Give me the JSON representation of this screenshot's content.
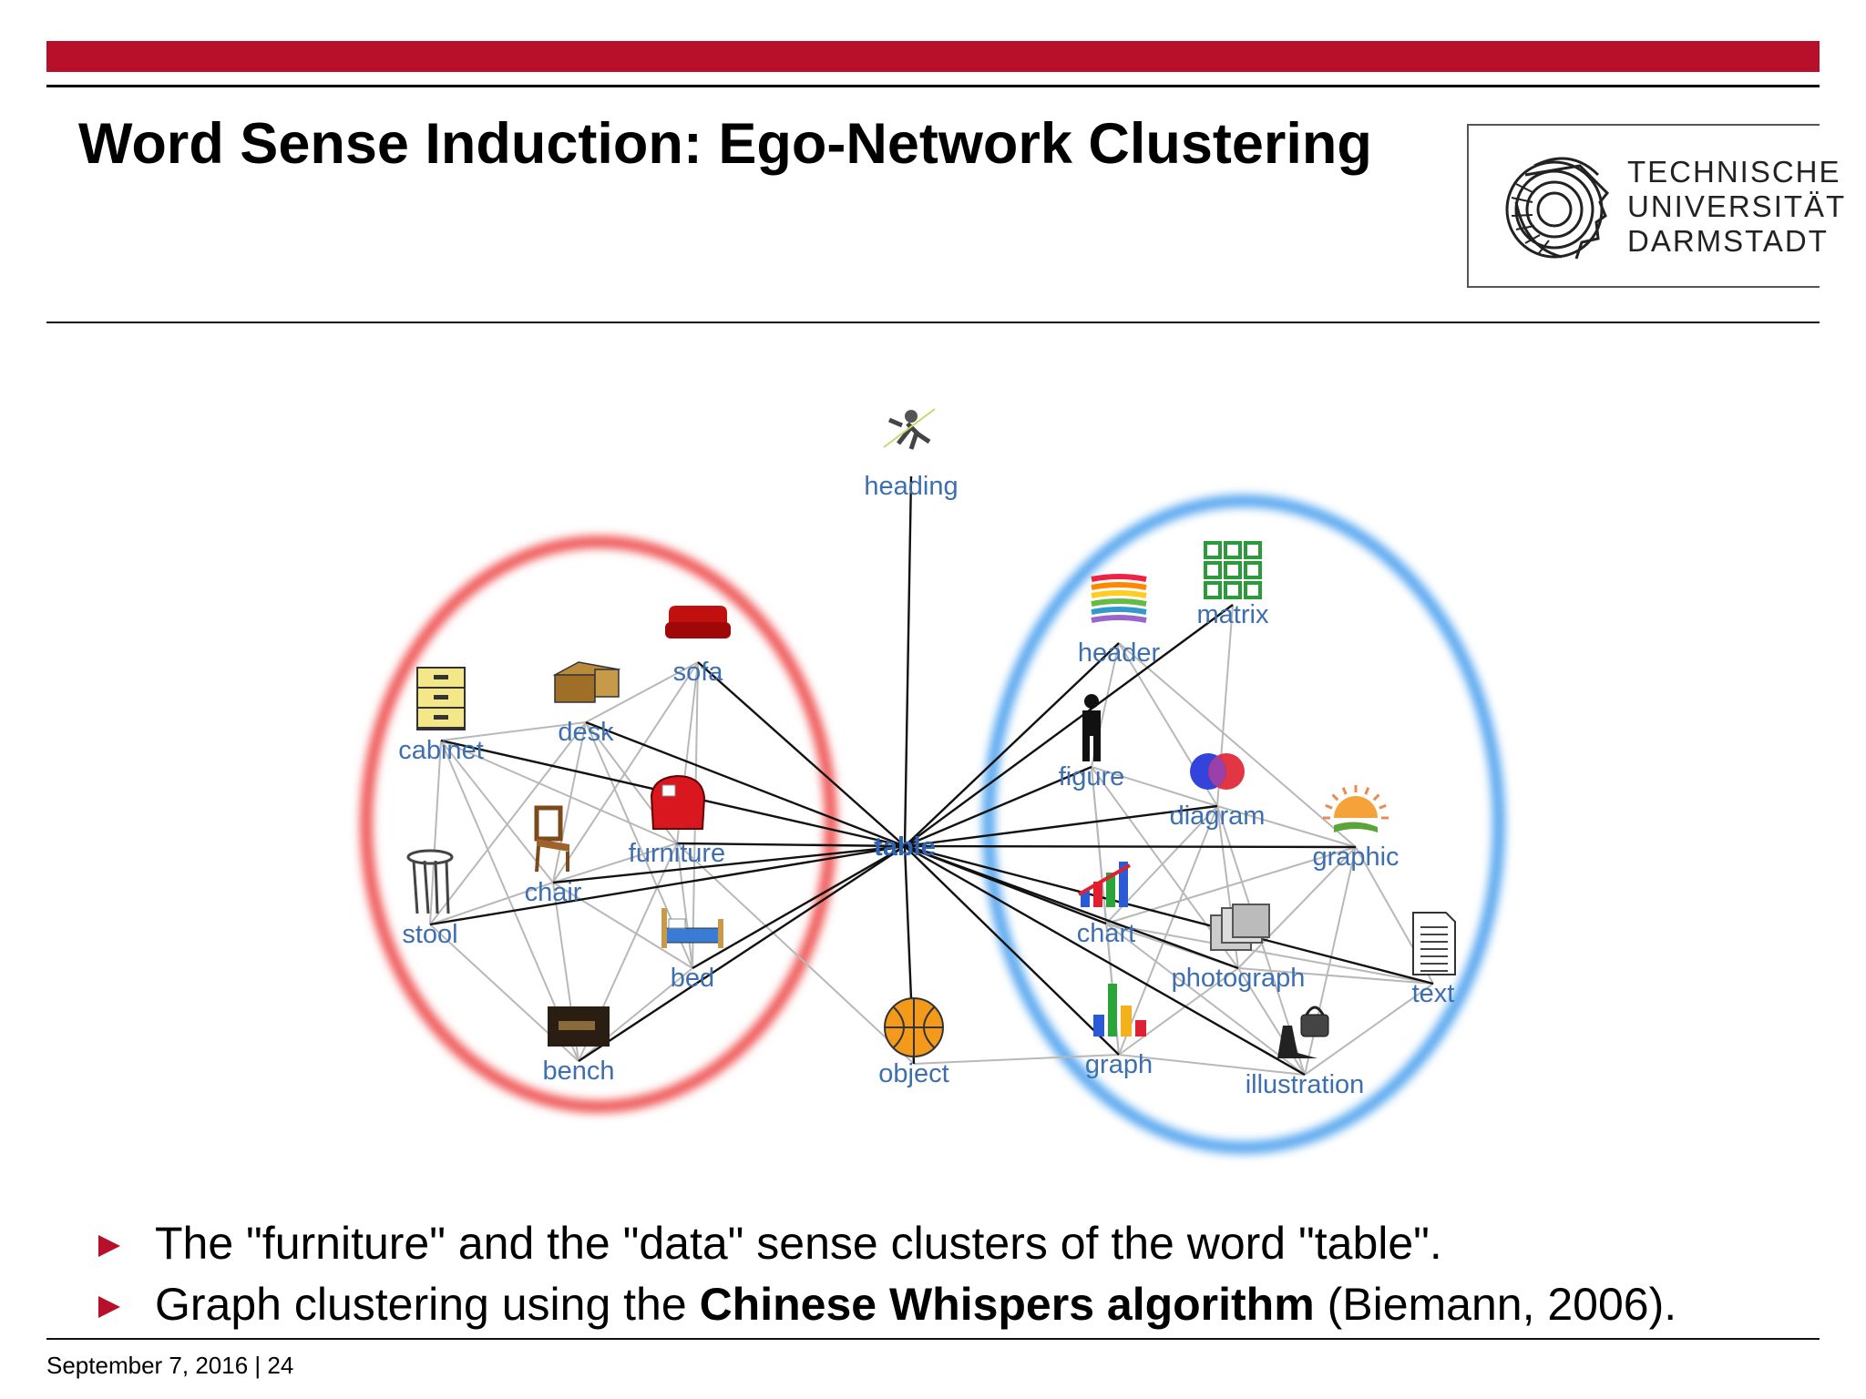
{
  "slide": {
    "title": "Word Sense Induction: Ego-Network Clustering",
    "logo_lines": [
      "TECHNISCHE",
      "UNIVERSITÄT",
      "DARMSTADT"
    ],
    "bullets": [
      {
        "text": "The \"furniture\" and the \"data\" sense clusters of the word \"table\"."
      },
      {
        "pre": "Graph clustering using the ",
        "bold": "Chinese Whispers algorithm",
        "post": " (Biemann, 2006)."
      }
    ],
    "footer": "September 7, 2016 | 24",
    "accent_color": "#b8102a"
  },
  "graph": {
    "center": "table",
    "nodes": [
      {
        "id": "heading",
        "label": "heading",
        "icon": "runner-icon",
        "cluster": "none"
      },
      {
        "id": "cabinet",
        "label": "cabinet",
        "icon": "cabinet-icon",
        "cluster": "furniture"
      },
      {
        "id": "desk",
        "label": "desk",
        "icon": "desk-icon",
        "cluster": "furniture"
      },
      {
        "id": "sofa",
        "label": "sofa",
        "icon": "sofa-icon",
        "cluster": "furniture"
      },
      {
        "id": "furniture",
        "label": "furniture",
        "icon": "armchair-icon",
        "cluster": "furniture"
      },
      {
        "id": "chair",
        "label": "chair",
        "icon": "chair-icon",
        "cluster": "furniture"
      },
      {
        "id": "stool",
        "label": "stool",
        "icon": "stool-icon",
        "cluster": "furniture"
      },
      {
        "id": "bed",
        "label": "bed",
        "icon": "bed-icon",
        "cluster": "furniture"
      },
      {
        "id": "bench",
        "label": "bench",
        "icon": "bench-photo-icon",
        "cluster": "furniture"
      },
      {
        "id": "table",
        "label": "table",
        "icon": "",
        "cluster": "none"
      },
      {
        "id": "object",
        "label": "object",
        "icon": "basketball-icon",
        "cluster": "none"
      },
      {
        "id": "header",
        "label": "header",
        "icon": "books-icon",
        "cluster": "data"
      },
      {
        "id": "matrix",
        "label": "matrix",
        "icon": "grid-icon",
        "cluster": "data"
      },
      {
        "id": "figure",
        "label": "figure",
        "icon": "person-icon",
        "cluster": "data"
      },
      {
        "id": "diagram",
        "label": "diagram",
        "icon": "venn-icon",
        "cluster": "data"
      },
      {
        "id": "graphic",
        "label": "graphic",
        "icon": "sunset-icon",
        "cluster": "data"
      },
      {
        "id": "chart",
        "label": "chart",
        "icon": "bar-chart-3d-icon",
        "cluster": "data"
      },
      {
        "id": "photograph",
        "label": "photograph",
        "icon": "photos-icon",
        "cluster": "data"
      },
      {
        "id": "text",
        "label": "text",
        "icon": "document-icon",
        "cluster": "data"
      },
      {
        "id": "graph",
        "label": "graph",
        "icon": "bar-graph-icon",
        "cluster": "data"
      },
      {
        "id": "illustration",
        "label": "illustration",
        "icon": "shoe-bag-icon",
        "cluster": "data"
      }
    ],
    "strong_edges": [
      [
        "table",
        "heading"
      ],
      [
        "table",
        "desk"
      ],
      [
        "table",
        "sofa"
      ],
      [
        "table",
        "furniture"
      ],
      [
        "table",
        "chair"
      ],
      [
        "table",
        "stool"
      ],
      [
        "table",
        "bed"
      ],
      [
        "table",
        "bench"
      ],
      [
        "table",
        "object"
      ],
      [
        "table",
        "header"
      ],
      [
        "table",
        "matrix"
      ],
      [
        "table",
        "figure"
      ],
      [
        "table",
        "diagram"
      ],
      [
        "table",
        "graphic"
      ],
      [
        "table",
        "chart"
      ],
      [
        "table",
        "photograph"
      ],
      [
        "table",
        "text"
      ],
      [
        "table",
        "graph"
      ],
      [
        "table",
        "illustration"
      ],
      [
        "table",
        "cabinet"
      ]
    ],
    "weak_edges": [
      [
        "cabinet",
        "desk"
      ],
      [
        "cabinet",
        "stool"
      ],
      [
        "cabinet",
        "chair"
      ],
      [
        "cabinet",
        "furniture"
      ],
      [
        "cabinet",
        "bench"
      ],
      [
        "desk",
        "chair"
      ],
      [
        "desk",
        "furniture"
      ],
      [
        "desk",
        "bed"
      ],
      [
        "desk",
        "stool"
      ],
      [
        "sofa",
        "chair"
      ],
      [
        "sofa",
        "furniture"
      ],
      [
        "sofa",
        "bed"
      ],
      [
        "sofa",
        "desk"
      ],
      [
        "furniture",
        "chair"
      ],
      [
        "furniture",
        "bed"
      ],
      [
        "furniture",
        "bench"
      ],
      [
        "furniture",
        "object"
      ],
      [
        "chair",
        "stool"
      ],
      [
        "chair",
        "bench"
      ],
      [
        "chair",
        "bed"
      ],
      [
        "stool",
        "bench"
      ],
      [
        "bed",
        "bench"
      ],
      [
        "header",
        "diagram"
      ],
      [
        "header",
        "figure"
      ],
      [
        "header",
        "graphic"
      ],
      [
        "matrix",
        "diagram"
      ],
      [
        "figure",
        "diagram"
      ],
      [
        "figure",
        "chart"
      ],
      [
        "figure",
        "photograph"
      ],
      [
        "diagram",
        "chart"
      ],
      [
        "diagram",
        "photograph"
      ],
      [
        "diagram",
        "graph"
      ],
      [
        "diagram",
        "illustration"
      ],
      [
        "diagram",
        "graphic"
      ],
      [
        "graphic",
        "photograph"
      ],
      [
        "graphic",
        "text"
      ],
      [
        "graphic",
        "illustration"
      ],
      [
        "graphic",
        "chart"
      ],
      [
        "chart",
        "photograph"
      ],
      [
        "chart",
        "graph"
      ],
      [
        "chart",
        "illustration"
      ],
      [
        "chart",
        "text"
      ],
      [
        "photograph",
        "text"
      ],
      [
        "photograph",
        "graph"
      ],
      [
        "photograph",
        "illustration"
      ],
      [
        "text",
        "illustration"
      ],
      [
        "graph",
        "illustration"
      ],
      [
        "object",
        "graph"
      ],
      [
        "graph",
        "figure"
      ]
    ],
    "cluster_colors": {
      "furniture": "#f05a5a",
      "data": "#5aa8f0"
    }
  }
}
